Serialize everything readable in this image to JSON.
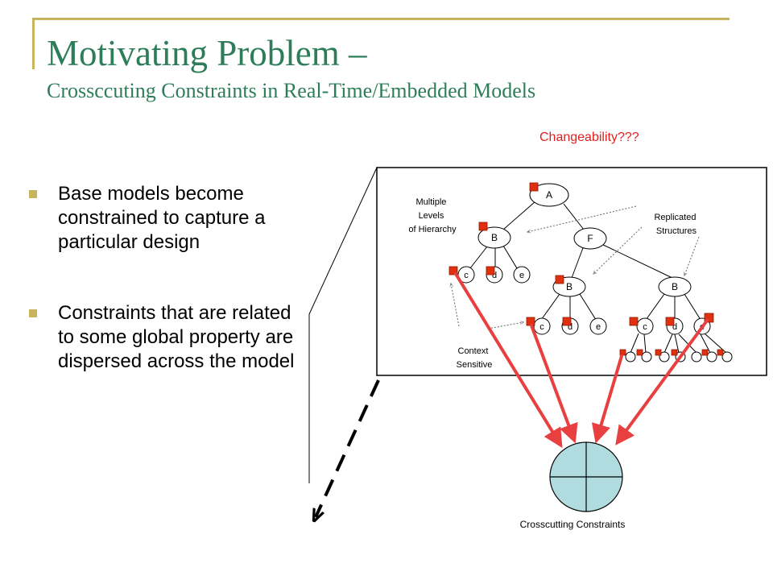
{
  "slide": {
    "title": "Motivating Problem –",
    "subtitle": "Crossccuting Constraints in Real-Time/Embedded Models"
  },
  "bullets": [
    "Base models become constrained to capture a particular design",
    "Constraints that are related to some global property are dispersed across the model"
  ],
  "diagram": {
    "changeability_label": "Changeability???",
    "annotation_multiple_levels": [
      "Multiple",
      "Levels",
      "of Hierarchy"
    ],
    "annotation_replicated": [
      "Replicated",
      "Structures"
    ],
    "annotation_context": [
      "Context",
      "Sensitive"
    ],
    "constraints_label": "Crosscutting Constraints",
    "nodes": {
      "a": "A",
      "b1": "B",
      "f": "F",
      "c1": "c",
      "d1": "d",
      "e1": "e",
      "b2": "B",
      "b3": "B",
      "c2": "c",
      "d2": "d",
      "e2": "e",
      "c3": "c",
      "d3": "d",
      "e3": "e"
    },
    "colors": {
      "constraint_marker": "#e03010",
      "arrow": "#e84040",
      "constraint_fill": "#b0dce0",
      "changeability_text": "#e02020",
      "title_green": "#2e7d5a",
      "accent_gold": "#c8b45a"
    }
  }
}
